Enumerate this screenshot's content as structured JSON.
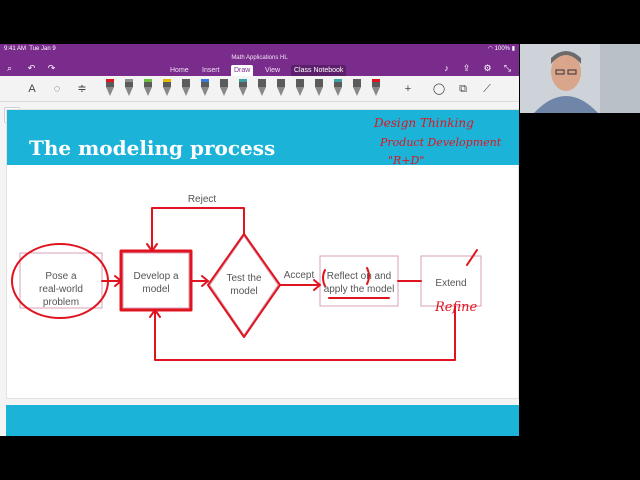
{
  "status_bar": {
    "time": "9:41 AM",
    "date": "Tue Jan 9",
    "battery": "100%"
  },
  "ribbon": {
    "doc_title": "Math Applications HL",
    "tabs": [
      {
        "label": "Home"
      },
      {
        "label": "Insert"
      },
      {
        "label": "Draw",
        "active": true
      },
      {
        "label": "View"
      },
      {
        "label": "Class Notebook"
      }
    ]
  },
  "toolbar": {
    "text_tool": "A",
    "pen_colors": [
      "#e0141e",
      "#8c8c8c",
      "#6bbf3a",
      "#e6b800",
      "#5b5b5b",
      "#3c78d8",
      "#5b5b5b",
      "#3aa0a0",
      "#5b5b5b",
      "#5b5b5b",
      "#5b5b5b",
      "#5b5b5b",
      "#3aa0a0",
      "#5b5b5b",
      "#e0141e"
    ],
    "add_tool": "+"
  },
  "slide": {
    "title": "The modeling process",
    "diagram": {
      "pose": [
        "Pose a",
        "real-world problem"
      ],
      "develop": [
        "Develop a",
        "model"
      ],
      "test": [
        "Test the",
        "model"
      ],
      "reflect": [
        "Reflect on and",
        "apply the model"
      ],
      "extend": [
        "Extend"
      ],
      "reject": "Reject",
      "accept": "Accept"
    }
  },
  "annotations": {
    "line1": "Design Thinking",
    "line2": "Product Development",
    "line3": "\"R+D\"",
    "refine": "Refine"
  },
  "colors": {
    "ribbon": "#7a2c8c",
    "slide_header": "#1cb3d9",
    "ink": "#e0141e"
  }
}
